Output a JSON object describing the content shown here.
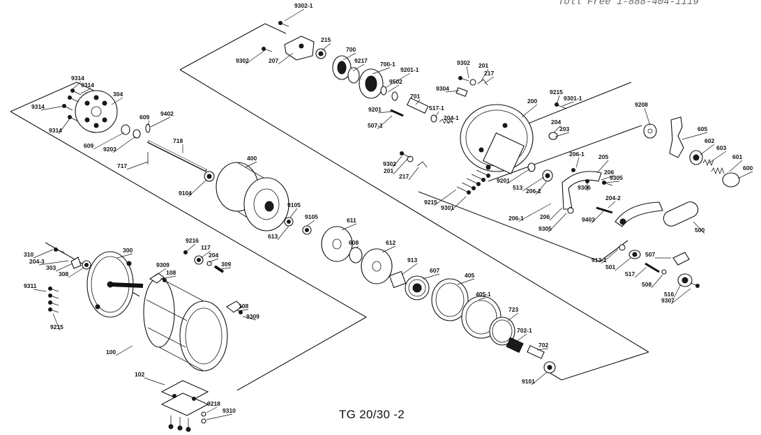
{
  "header": {
    "toll_free": "Toll Free 1-888-404-1119"
  },
  "diagram": {
    "title": "TG 20/30 -2",
    "part_callouts": [
      "9302-1",
      "215",
      "700",
      "9217",
      "700-1",
      "9201-1",
      "9502",
      "701",
      "9201",
      "507-1",
      "517-1",
      "204-1",
      "9302",
      "207",
      "9304",
      "9302",
      "201",
      "217",
      "9215",
      "9301-1",
      "200",
      "204",
      "203",
      "9208",
      "605",
      "602",
      "603",
      "601",
      "600",
      "9314",
      "9314",
      "304",
      "9314",
      "9314",
      "609",
      "9402",
      "609",
      "9203",
      "718",
      "717",
      "400",
      "9104",
      "9105",
      "9105",
      "613",
      "611",
      "608",
      "612",
      "913",
      "607",
      "405",
      "405-1",
      "723",
      "702-1",
      "702",
      "9101",
      "9302",
      "201",
      "217",
      "9215",
      "9301",
      "206-1",
      "205",
      "206",
      "9305",
      "9201",
      "513",
      "206-2",
      "9306",
      "206",
      "206-1",
      "204-2",
      "9403",
      "9305",
      "500",
      "913-1",
      "501",
      "507",
      "517",
      "508",
      "516",
      "9307",
      "310",
      "204-3",
      "303",
      "308",
      "300",
      "9216",
      "117",
      "204",
      "309",
      "9309",
      "108",
      "9311",
      "9215",
      "108",
      "9309",
      "100",
      "102",
      "9218",
      "9310"
    ]
  }
}
